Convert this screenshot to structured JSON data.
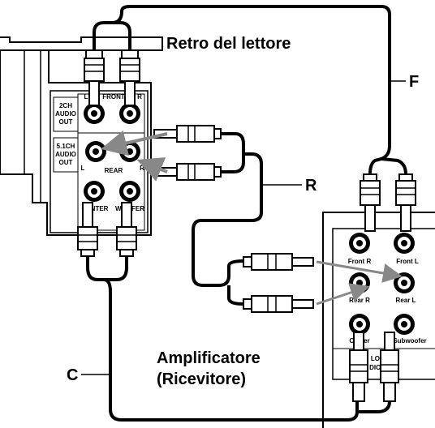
{
  "labels": {
    "player_rear": "Retro del lettore",
    "amplifier_line1": "Amplificatore",
    "amplifier_line2": "(Ricevitore)",
    "cable_f": "F",
    "cable_r": "R",
    "cable_c": "C"
  },
  "player_panel": {
    "label_2ch_1": "2CH",
    "label_2ch_2": "AUDIO",
    "label_2ch_3": "OUT",
    "label_51_1": "5.1CH",
    "label_51_2": "AUDIO",
    "label_51_3": "OUT",
    "jack_l": "L",
    "jack_front": "FRONT",
    "jack_r": "R",
    "jack_rear": "REAR",
    "jack_center": "CENTER",
    "jack_woofer": "WOOFER"
  },
  "amp_panel": {
    "front_r": "Front R",
    "front_l": "Front L",
    "rear_r": "Rear R",
    "rear_l": "Rear L",
    "center": "Center",
    "subwoofer": "Subwoofer",
    "input_1": "LOG 5.",
    "input_2": "DIO INP"
  }
}
